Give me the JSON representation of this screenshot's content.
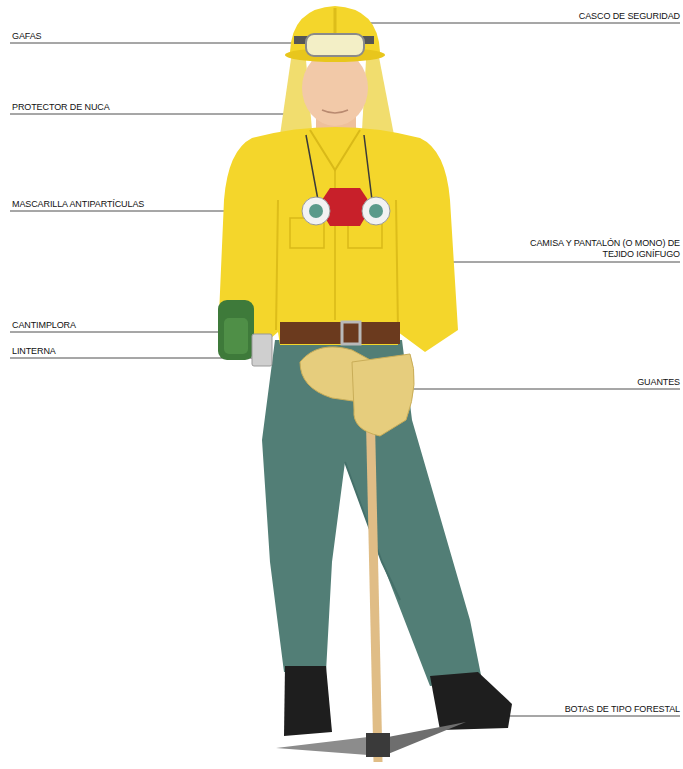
{
  "diagram": {
    "labels": [
      "CASCO DE SEGURIDAD",
      "GAFAS",
      "PROTECTOR DE NUCA",
      "MASCARILLA ANTIPARTÍCULAS",
      "CAMISA Y PANTALÓN (O MONO) DE TEJIDO IGNÍFUGO",
      "CANTIMPLORA",
      "LINTERNA",
      "GUANTES",
      "BOTAS DE TIPO FORESTAL"
    ]
  }
}
